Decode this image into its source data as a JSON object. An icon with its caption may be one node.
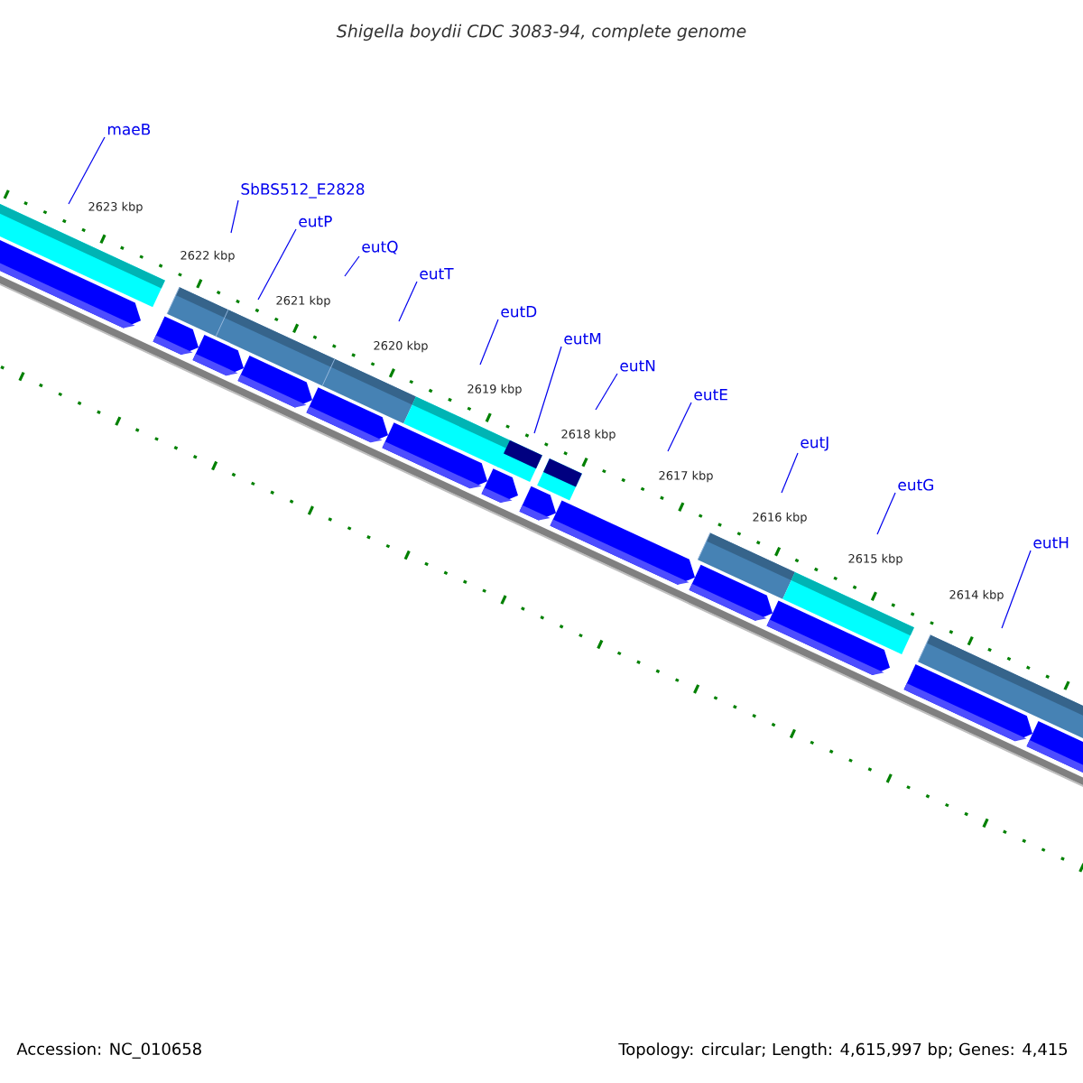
{
  "diagram": {
    "title": "Shigella boydii CDC 3083-94, complete genome",
    "nodes": [
      {
        "text": [
          "maeB"
        ]
      },
      {
        "text": [
          "SbBS512_E2828"
        ]
      },
      {
        "text": [
          "eutP"
        ]
      },
      {
        "text": [
          "eutQ"
        ]
      },
      {
        "text": [
          "eutT"
        ]
      },
      {
        "text": [
          "eutD"
        ]
      },
      {
        "text": [
          "eutM"
        ]
      },
      {
        "text": [
          "eutN"
        ]
      },
      {
        "text": [
          "eutE"
        ]
      },
      {
        "text": [
          "eutJ"
        ]
      },
      {
        "text": [
          "eutG"
        ]
      },
      {
        "text": [
          "eutH"
        ]
      }
    ],
    "edges": [
      {
        "from": 0,
        "to": null,
        "arrow": "none"
      },
      {
        "from": 1,
        "to": null,
        "arrow": "none"
      },
      {
        "from": 2,
        "to": null,
        "arrow": "none"
      },
      {
        "from": 3,
        "to": null,
        "arrow": "none"
      },
      {
        "from": 4,
        "to": null,
        "arrow": "none"
      },
      {
        "from": 5,
        "to": null,
        "arrow": "none"
      },
      {
        "from": 6,
        "to": null,
        "arrow": "none"
      },
      {
        "from": 7,
        "to": null,
        "arrow": "none"
      },
      {
        "from": 8,
        "to": null,
        "arrow": "none"
      },
      {
        "from": 9,
        "to": null,
        "arrow": "none"
      },
      {
        "from": 10,
        "to": null,
        "arrow": "none"
      },
      {
        "from": 11,
        "to": null,
        "arrow": "none"
      }
    ],
    "labels": [
      "2623 kbp",
      "2622 kbp",
      "2621 kbp",
      "2620 kbp",
      "2619 kbp",
      "2618 kbp",
      "2617 kbp",
      "2616 kbp",
      "2615 kbp",
      "2614 kbp",
      "Accession: NC_010658",
      "Topology: circular; Length: 4,615,997 bp; Genes: 4,415"
    ]
  }
}
